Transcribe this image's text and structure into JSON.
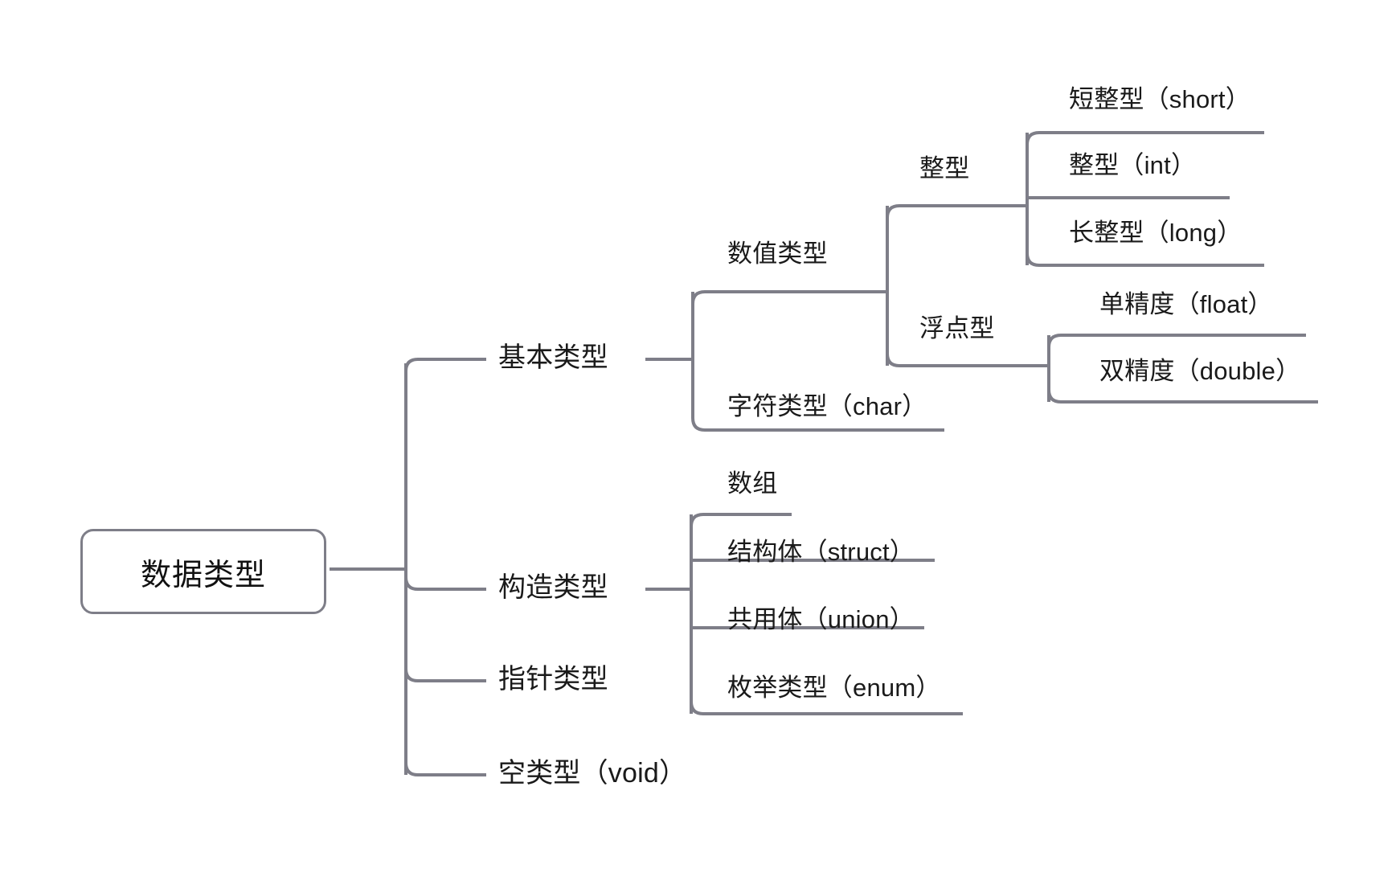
{
  "diagram": {
    "title": "数据类型",
    "type": "mindmap",
    "theme": {
      "line_color": "#7e7e88",
      "text_color": "#1a1a1a",
      "background": "#ffffff"
    },
    "root": {
      "label": "数据类型"
    },
    "branches": [
      {
        "label": "基本类型",
        "children": [
          {
            "label": "数值类型",
            "children": [
              {
                "label": "整型",
                "children": [
                  {
                    "label": "短整型（short）"
                  },
                  {
                    "label": "整型（int）"
                  },
                  {
                    "label": "长整型（long）"
                  }
                ]
              },
              {
                "label": "浮点型",
                "children": [
                  {
                    "label": "单精度（float）"
                  },
                  {
                    "label": "双精度（double）"
                  }
                ]
              }
            ]
          },
          {
            "label": "字符类型（char）"
          }
        ]
      },
      {
        "label": "构造类型",
        "children": [
          {
            "label": "数组"
          },
          {
            "label": "结构体（struct）"
          },
          {
            "label": "共用体（union）"
          },
          {
            "label": "枚举类型（enum）"
          }
        ]
      },
      {
        "label": "指针类型"
      },
      {
        "label": "空类型（void）"
      }
    ]
  },
  "labels": {
    "root": "数据类型",
    "basic_type": "基本类型",
    "numeric_type": "数值类型",
    "integer_type": "整型",
    "short_int": "短整型（short）",
    "int": "整型（int）",
    "long_int": "长整型（long）",
    "float_type": "浮点型",
    "single_precision": "单精度（float）",
    "double_precision": "双精度（double）",
    "char_type": "字符类型（char）",
    "construct_type": "构造类型",
    "array": "数组",
    "struct": "结构体（struct）",
    "union": "共用体（union）",
    "enum": "枚举类型（enum）",
    "pointer_type": "指针类型",
    "void_type": "空类型（void）"
  }
}
